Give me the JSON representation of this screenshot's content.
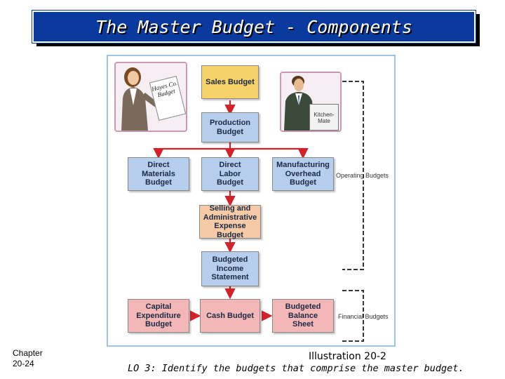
{
  "title": "The Master Budget - Components",
  "boxes": {
    "sales": "Sales Budget",
    "production": "Production\nBudget",
    "direct_materials": "Direct\nMaterials\nBudget",
    "direct_labor": "Direct\nLabor\nBudget",
    "overhead": "Manufacturing\nOverhead\nBudget",
    "selling_admin": "Selling and\nAdministrative\nExpense Budget",
    "income_statement": "Budgeted\nIncome\nStatement",
    "capital_expenditure": "Capital\nExpenditure\nBudget",
    "cash": "Cash Budget",
    "balance_sheet": "Budgeted\nBalance\nSheet"
  },
  "side_labels": {
    "operating": "Operating Budgets",
    "financial": "Financial Budgets"
  },
  "illustration_text": {
    "paper": "Hayes Co.\nBudget",
    "box": "Kitchen-\nMate"
  },
  "footer": {
    "chapter": "Chapter\n20-24",
    "illustration": "Illustration 20-2",
    "objective": "LO 3:  Identify the budgets that comprise the master budget."
  },
  "colors": {
    "title_bar": "#0a3a9e",
    "arrow": "#d2232a",
    "sales_box": "#f7d16a",
    "operating_box": "#b7cdec",
    "selling_box": "#f6caa6",
    "financial_box": "#f4b7b7"
  }
}
